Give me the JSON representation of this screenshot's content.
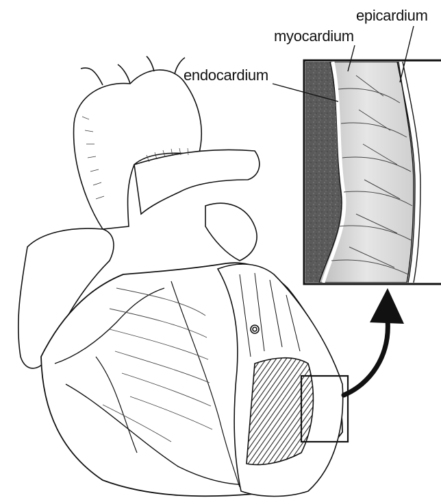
{
  "labels": {
    "epicardium": "epicardium",
    "myocardium": "myocardium",
    "endocardium": "endocardium"
  },
  "colors": {
    "ink": "#111111",
    "inset_tissue": "#555555",
    "muscle_fill": "#d9d9d9",
    "background": "#ffffff"
  }
}
